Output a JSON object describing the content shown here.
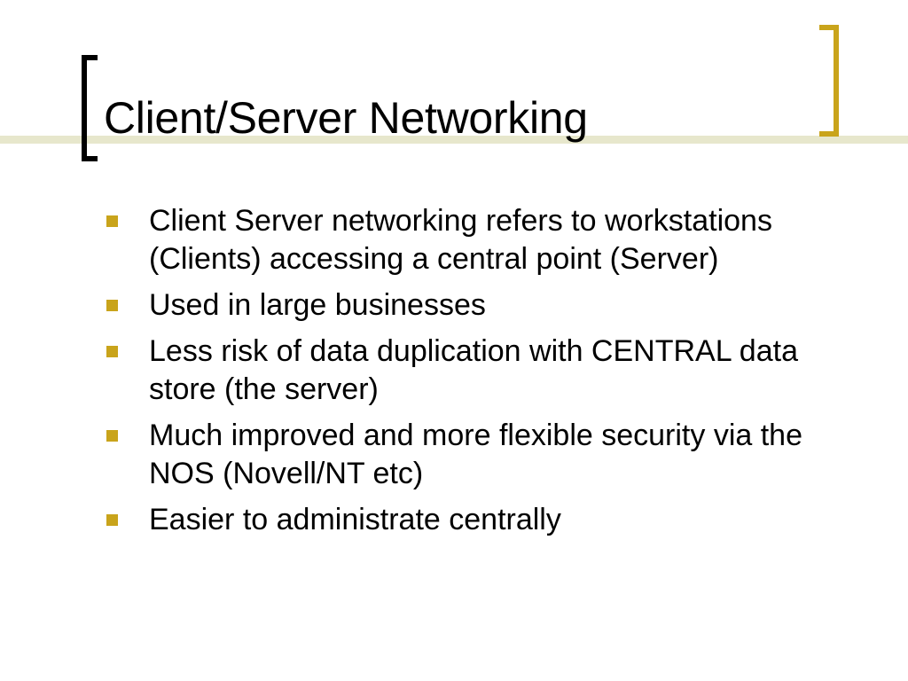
{
  "slide": {
    "title": "Client/Server Networking",
    "bullets": [
      {
        "text": "Client Server networking refers to workstations (Clients) accessing a central point (Server)"
      },
      {
        "text": "Used in large businesses"
      },
      {
        "text": "Less risk of data duplication with CENTRAL data store (the server)"
      },
      {
        "text": "Much improved and more flexible security via the NOS (Novell/NT etc)"
      },
      {
        "text": "Easier to administrate centrally"
      }
    ]
  },
  "colors": {
    "accent": "#c9a41b",
    "title_rule": "#e7e7cc",
    "text": "#000000",
    "background": "#ffffff"
  },
  "icons": {
    "bullet_marker": "square-bullet-icon"
  }
}
